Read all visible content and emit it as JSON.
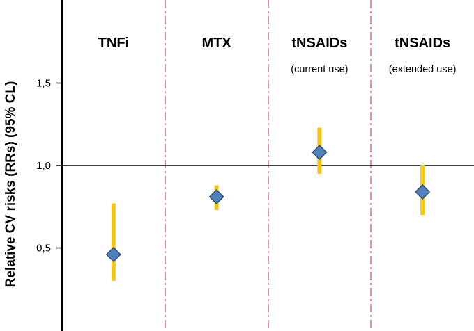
{
  "chart_data": {
    "type": "scatter",
    "ylabel": "Relative CV risks (RRs) (95% CL)",
    "ylim": [
      0.0,
      2.0
    ],
    "yticks": [
      {
        "value": 0.5,
        "label": "0,5"
      },
      {
        "value": 1.0,
        "label": "1,0"
      },
      {
        "value": 1.5,
        "label": "1,5"
      }
    ],
    "reference_line": 1.0,
    "categories": [
      {
        "title": "TNFi",
        "subtitle": "",
        "rr": 0.46,
        "lower": 0.3,
        "upper": 0.77
      },
      {
        "title": "MTX",
        "subtitle": "",
        "rr": 0.81,
        "lower": 0.73,
        "upper": 0.88
      },
      {
        "title": "tNSAIDs",
        "subtitle": "(current use)",
        "rr": 1.08,
        "lower": 0.95,
        "upper": 1.23
      },
      {
        "title": "tNSAIDs",
        "subtitle": "(extended use)",
        "rr": 0.84,
        "lower": 0.7,
        "upper": 1.0
      }
    ],
    "colors": {
      "marker_fill": "#4f81bd",
      "marker_stroke": "#2c4d75",
      "interval": "#f5c518",
      "divider": "#d99694",
      "axis": "#000000"
    }
  }
}
